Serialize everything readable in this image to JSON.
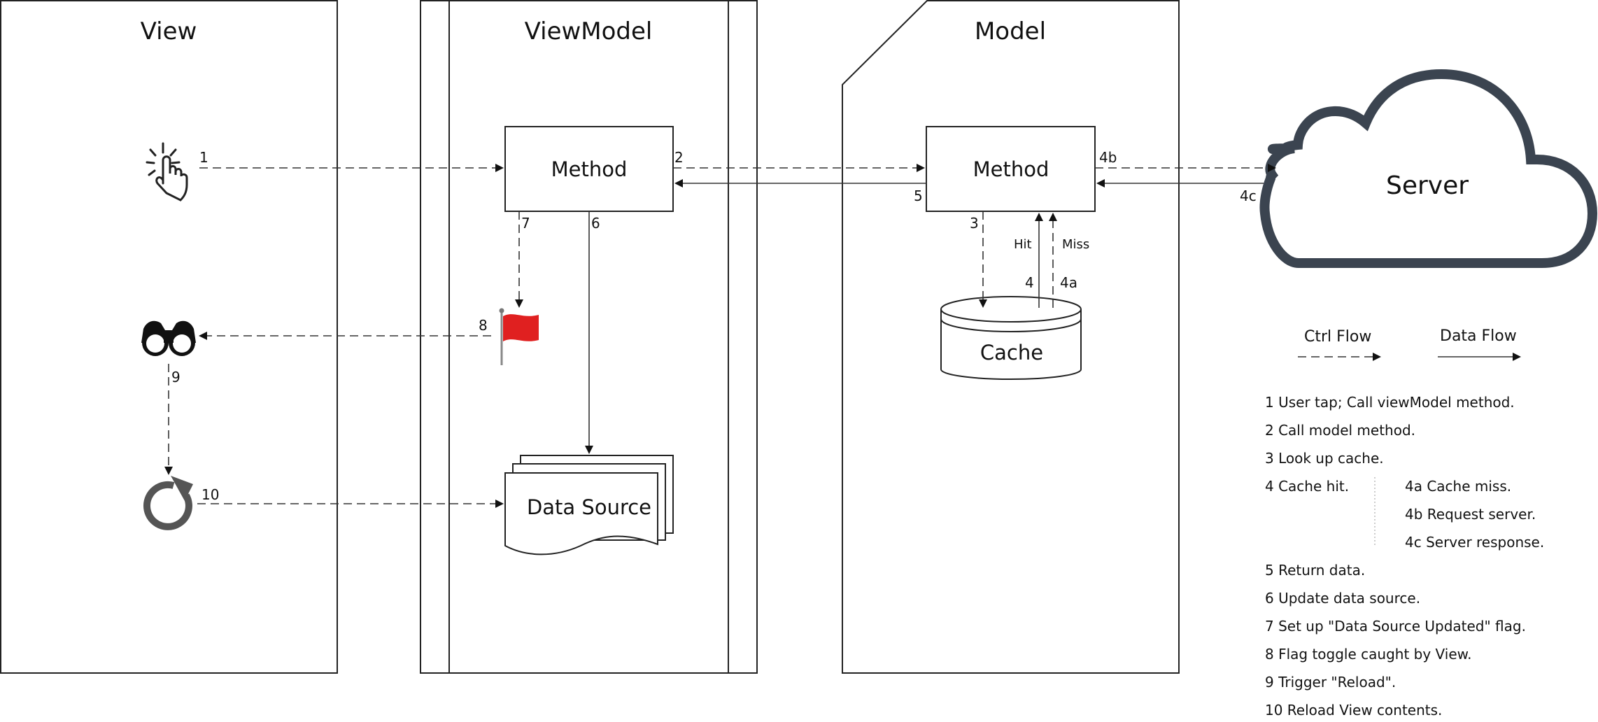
{
  "lanes": {
    "view": {
      "title": "View"
    },
    "viewmodel": {
      "title": "ViewModel"
    },
    "model": {
      "title": "Model"
    }
  },
  "nodes": {
    "vm_method": "Method",
    "model_method": "Method",
    "cache": "Cache",
    "data_source": "Data Source",
    "server": "Server"
  },
  "edge_labels": {
    "e1": "1",
    "e2": "2",
    "e3": "3",
    "e4": "4",
    "e4a": "4a",
    "e4b": "4b",
    "e4c": "4c",
    "e5": "5",
    "e6": "6",
    "e7": "7",
    "e8": "8",
    "e9": "9",
    "e10": "10",
    "hit": "Hit",
    "miss": "Miss"
  },
  "legend": {
    "ctrl_flow": "Ctrl Flow",
    "data_flow": "Data Flow"
  },
  "notes": {
    "n1": "1 User tap; Call viewModel method.",
    "n2": "2 Call model method.",
    "n3": "3 Look up cache.",
    "n4": "4 Cache hit.",
    "n4a": "4a Cache miss.",
    "n4b": "4b Request server.",
    "n4c": "4c Server response.",
    "n5": "5 Return data.",
    "n6": "6 Update data source.",
    "n7": "7 Set up \"Data Source Updated\" flag.",
    "n8": "8 Flag toggle caught by View.",
    "n9": "9 Trigger \"Reload\".",
    "n10": "10 Reload View contents."
  },
  "colors": {
    "line": "#333333",
    "flag": "#e02020",
    "server_cloud": "#3b4450",
    "reload_icon": "#555555"
  },
  "icons": {
    "tap": "tap-gesture-icon",
    "binoculars": "binoculars-icon",
    "reload": "reload-icon",
    "flag": "red-flag-icon"
  }
}
